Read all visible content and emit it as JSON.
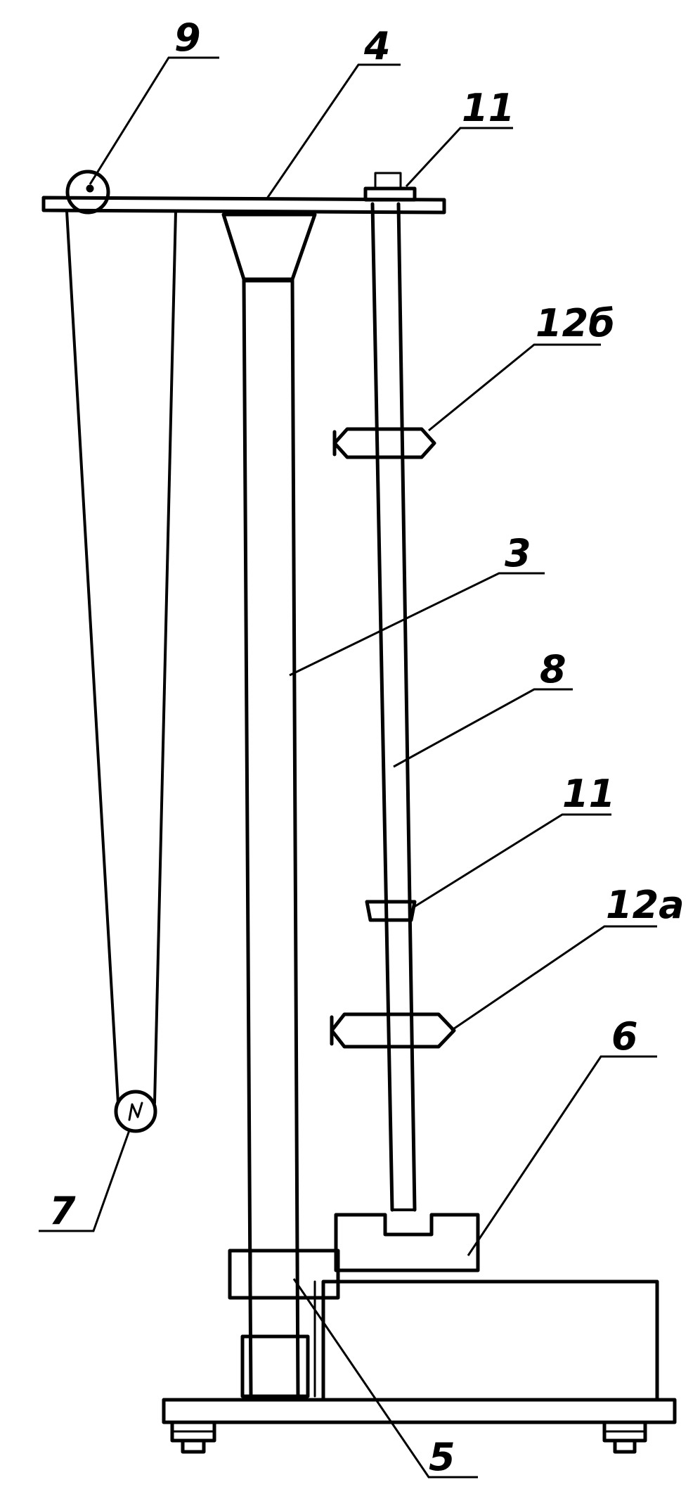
{
  "labels": {
    "l9": "9",
    "l4": "4",
    "l11_top": "11",
    "l12b": "12б",
    "l3": "3",
    "l8": "8",
    "l11_mid": "11",
    "l12a": "12а",
    "l6": "6",
    "l7": "7",
    "l5": "5"
  }
}
